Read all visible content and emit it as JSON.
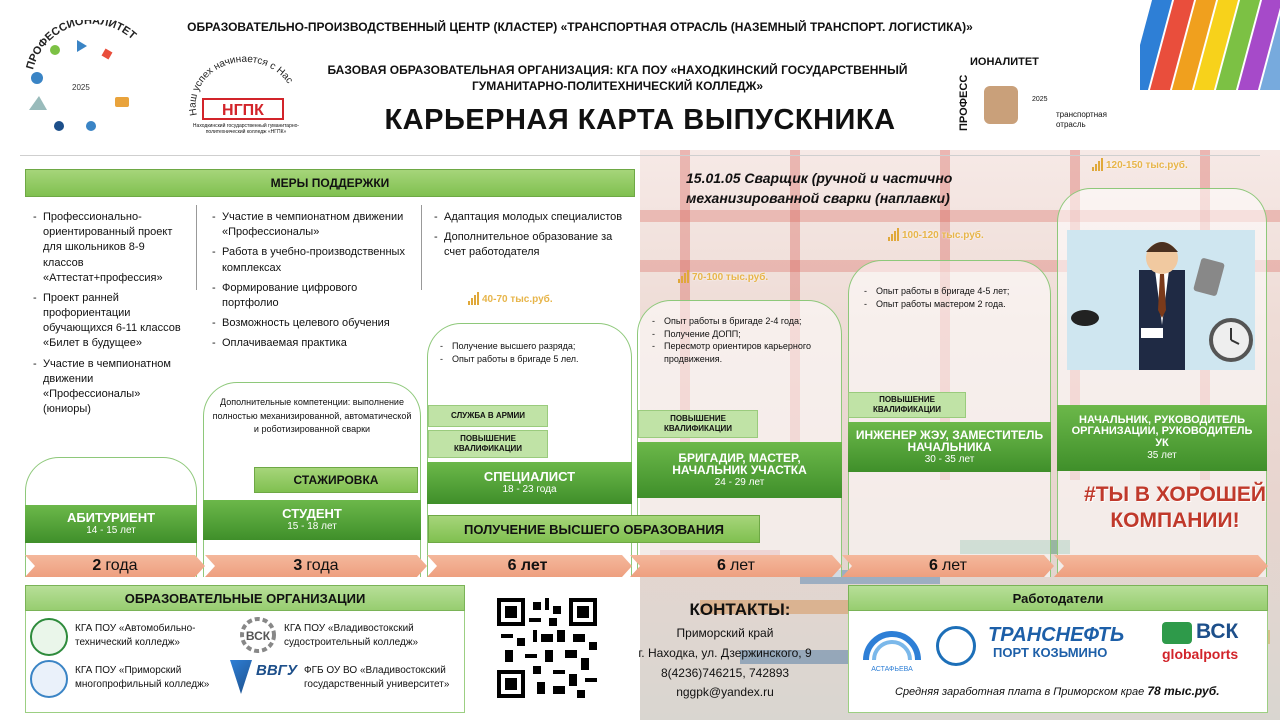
{
  "header": {
    "line1": "ОБРАЗОВАТЕЛЬНО-ПРОИЗВОДСТВЕННЫЙ  ЦЕНТР (КЛАСТЕР) «ТРАНСПОРТНАЯ  ОТРАСЛЬ (НАЗЕМНЫЙ  ТРАНСПОРТ. ЛОГИСТИКА)»",
    "line2": "БАЗОВАЯ ОБРАЗОВАТЕЛЬНАЯ ОРГАНИЗАЦИЯ: КГА ПОУ «НАХОДКИНСКИЙ ГОСУДАРСТВЕННЫЙ",
    "line3": "ГУМАНИТАРНО-ПОЛИТЕХНИЧЕСКИЙ КОЛЛЕДЖ»",
    "title": "КАРЬЕРНАЯ  КАРТА  ВЫПУСКНИКА"
  },
  "logos": {
    "prof_left_word": "ПРОФЕССИОНАЛИТЕТ",
    "prof_left_year": "2025",
    "college_arc": "Наш успех начинается с Нас",
    "college_abbr": "НГПК",
    "college_name": "Находкинский государственный гуманитарно-политехнический колледж «НГПК»",
    "prof_right_word1": "ПРОФЕСС",
    "prof_right_word2": "ИОНАЛИТЕТ",
    "prof_right_year": "2025",
    "prof_right_sector": "транспортная отрасль"
  },
  "profession": "15.01.05 Сварщик (ручной и частично механизированной сварки (наплавки)",
  "support": {
    "title": "МЕРЫ ПОДДЕРЖКИ",
    "col1": [
      "Профессионально-ориентированный проект для школьников 8-9 классов «Аттестат+профессия»",
      "Проект ранней профориентации обучающихся 6-11 классов «Билет в будущее»",
      "Участие в чемпионатном движении «Профессионалы» (юниоры)"
    ],
    "col2": [
      "Участие в чемпионатном движении «Профессионалы»",
      "Работа в учебно-производственных комплексах",
      "Формирование цифрового портфолио",
      "Возможность целевого обучения",
      "Оплачиваемая практика"
    ],
    "col3": [
      "Адаптация молодых специалистов",
      "Дополнительное образование за счет работодателя"
    ]
  },
  "stages": [
    {
      "name": "АБИТУРИЕНТ",
      "age": "14 - 15 лет"
    },
    {
      "name": "СТУДЕНТ",
      "age": "15 - 18 лет"
    },
    {
      "name": "СПЕЦИАЛИСТ",
      "age": "18 - 23 года"
    },
    {
      "name": "БРИГАДИР, МАСТЕР, НАЧАЛЬНИК  УЧАСТКА",
      "age": "24 - 29 лет"
    },
    {
      "name": "ИНЖЕНЕР ЖЭУ, ЗАМЕСТИТЕЛЬ НАЧАЛЬНИКА",
      "age": "30 - 35 лет"
    },
    {
      "name": "НАЧАЛЬНИК, РУКОВОДИТЕЛЬ ОРГАНИЗАЦИИ, РУКОВОДИТЕЛЬ УК",
      "age": "35 лет"
    }
  ],
  "student_text": "Дополнительные компетенции: выполнение  полностью механизированной, автоматической и роботизированной сварки",
  "internship": "СТАЖИРОВКА",
  "higher_ed": "ПОЛУЧЕНИЕ  ВЫСШЕГО  ОБРАЗОВАНИЯ",
  "specialist_list": [
    "Получение высшего разряда;",
    "Опыт работы в бригаде 5 лел."
  ],
  "army": "СЛУЖБА  В АРМИИ",
  "qual": "ПОВЫШЕНИЕ КВАЛИФИКАЦИИ",
  "brigadier_list": [
    "Опыт работы в бригаде 2-4 года;",
    "Получение ДОПП;",
    "Пересмотр ориентиров карьерного  продвижения."
  ],
  "engineer_list": [
    "Опыт работы в бригаде 4-5  лет;",
    "Опыт работы мастером 2 года."
  ],
  "salaries": [
    "40-70 тыс.руб.",
    "70-100 тыс.руб.",
    "100-120 тыс.руб.",
    "120-150 тыс.руб."
  ],
  "slogan1": "#ТЫ В ХОРОШЕЙ",
  "slogan2": "КОМПАНИИ!",
  "durations": [
    {
      "num": "2",
      "unit": "года"
    },
    {
      "num": "3",
      "unit": "года"
    },
    {
      "num": "6 лет",
      "unit": ""
    },
    {
      "num": "6",
      "unit": "лет"
    },
    {
      "num": "6",
      "unit": "лет"
    }
  ],
  "orgs": {
    "title": "ОБРАЗОВАТЕЛЬНЫЕ  ОРГАНИЗАЦИИ",
    "o1": "КГА ПОУ «Автомобильно-технический колледж»",
    "o2": "КГА ПОУ «Владивостокский судостроительный колледж»",
    "o3": "КГА ПОУ «Приморский многопрофильный колледж»",
    "o4": "ФГБ ОУ ВО «Владивостокский государственный университет»",
    "bck": "ВСК",
    "vvgu": "ВВГУ"
  },
  "contacts": {
    "title": "КОНТАКТЫ:",
    "l1": "Приморский край",
    "l2": "г. Находка, ул. Дзержинского, 9",
    "l3": "8(4236)746215,  742893",
    "l4": "nggpk@yandex.ru"
  },
  "employers": {
    "title": "Работодатели",
    "astafeva": "АСТАФЬЕВА",
    "transneft1": "ТРАНСНЕФТЬ",
    "transneft2": "ПОРТ КОЗЬМИНО",
    "vsk1": "ВСК",
    "vsk2": "globalports",
    "salary_note": "Средняя заработная плата в Приморском крае",
    "salary_value": "78 тыс.руб."
  }
}
